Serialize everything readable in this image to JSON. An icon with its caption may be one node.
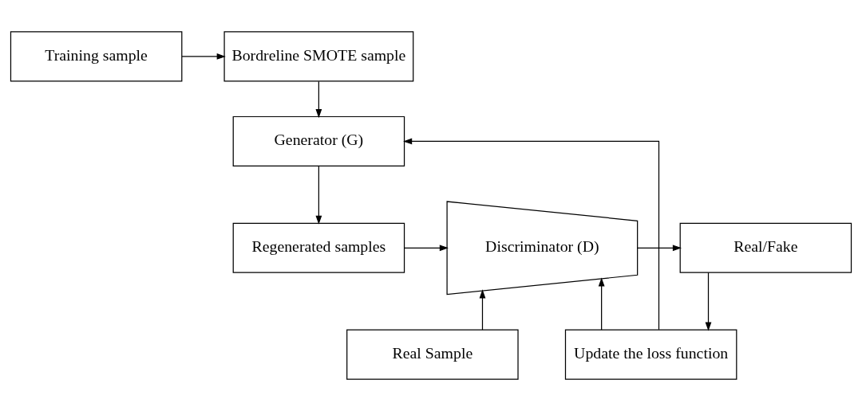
{
  "diagram": {
    "nodes": [
      {
        "text": [
          "Training sample"
        ]
      },
      {
        "text": [
          "Bordreline SMOTE sample"
        ]
      },
      {
        "text": [
          "Generator (G)"
        ]
      },
      {
        "text": [
          "Regenerated samples"
        ]
      },
      {
        "text": [
          "Real Sample"
        ]
      },
      {
        "text": [
          "Discriminator (D)"
        ]
      },
      {
        "text": [
          "Real/Fake"
        ]
      },
      {
        "text": [
          "Update the loss function"
        ]
      }
    ],
    "edges": [
      {
        "from": 0,
        "to": 1,
        "arrow": "to"
      },
      {
        "from": 1,
        "to": 2,
        "arrow": "to"
      },
      {
        "from": 2,
        "to": 3,
        "arrow": "to"
      },
      {
        "from": 3,
        "to": 5,
        "arrow": "to"
      },
      {
        "from": 4,
        "to": 5,
        "arrow": "to"
      },
      {
        "from": 5,
        "to": 6,
        "arrow": "to"
      },
      {
        "from": 6,
        "to": 7,
        "arrow": "to"
      },
      {
        "from": 7,
        "to": 5,
        "arrow": "to"
      },
      {
        "from": 7,
        "to": 2,
        "arrow": "to"
      }
    ]
  }
}
